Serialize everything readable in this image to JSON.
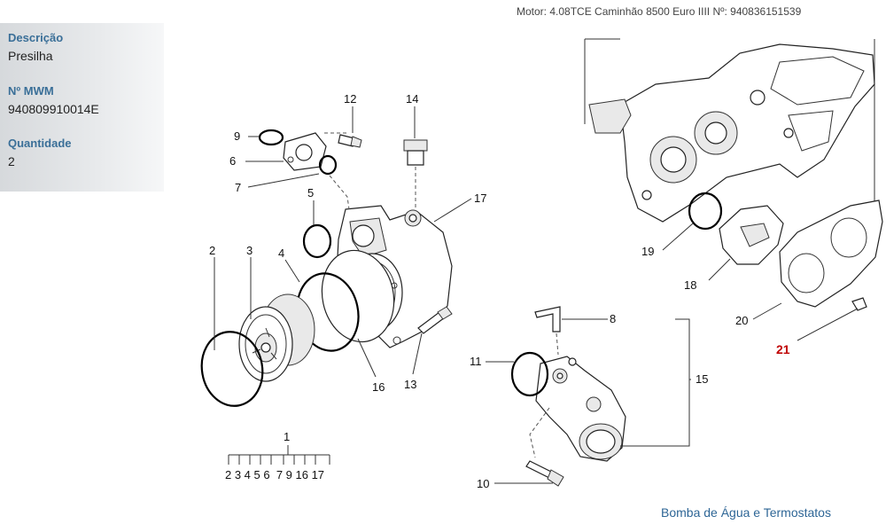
{
  "header": {
    "text": "Motor: 4.08TCE Caminhão 8500 Euro IIII    Nº: 940836151539"
  },
  "info_panel": {
    "description_label": "Descrição",
    "description_value": "Presilha",
    "mwm_label": "Nº MWM",
    "mwm_value": "940809910014E",
    "quantity_label": "Quantidade",
    "quantity_value": "2"
  },
  "callouts": {
    "c1": "1",
    "c2": "2",
    "c3": "3",
    "c4": "4",
    "c5": "5",
    "c6": "6",
    "c7": "7",
    "c8": "8",
    "c9": "9",
    "c10": "10",
    "c11": "11",
    "c12": "12",
    "c13": "13",
    "c14": "14",
    "c15": "15",
    "c16": "16",
    "c17": "17",
    "c18": "18",
    "c19": "19",
    "c20": "20",
    "c21": "21"
  },
  "group_index": "2 3 4 5 6  7 9 16 17",
  "footer": {
    "caption": "Bomba de Água e Termostatos"
  },
  "colors": {
    "label_blue": "#3a6f98",
    "highlight_red": "#c00000",
    "caption_blue": "#2e6696"
  }
}
